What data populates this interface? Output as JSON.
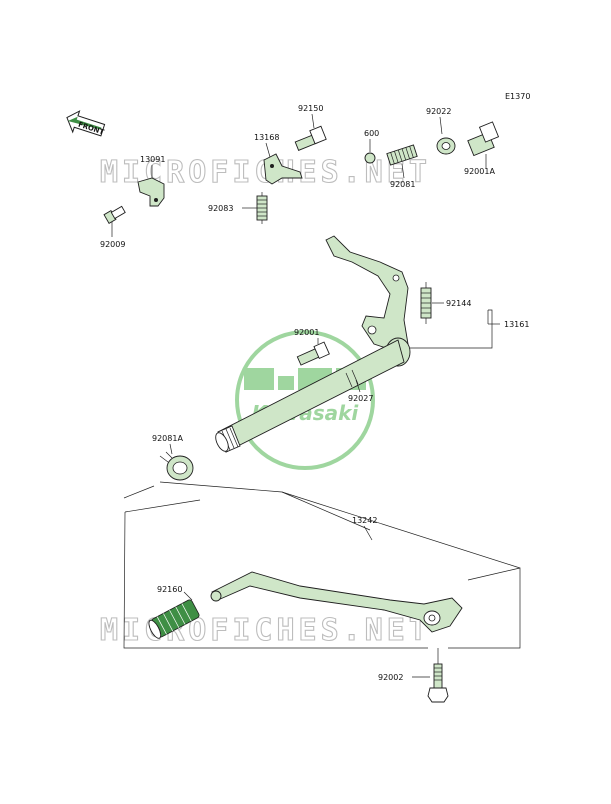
{
  "diagram": {
    "code": "E1370",
    "front_label": "FRONT",
    "watermark_text": "MICROFICHES.NET",
    "logo_text": "Kawasaki",
    "colors": {
      "accent": "#3f8f45",
      "logo": "#6cb86c",
      "ink": "#1f1f1f"
    },
    "labels": {
      "p13091": "13091",
      "p92009": "92009",
      "p13168": "13168",
      "p92150": "92150",
      "p600": "600",
      "p92022": "92022",
      "p92081": "92081",
      "p92001A": "92001A",
      "p92083": "92083",
      "p92144": "92144",
      "p13161": "13161",
      "p92001": "92001",
      "p92027": "92027",
      "p92081A": "92081A",
      "p13242": "13242",
      "p92160": "92160",
      "p92002": "92002"
    }
  }
}
